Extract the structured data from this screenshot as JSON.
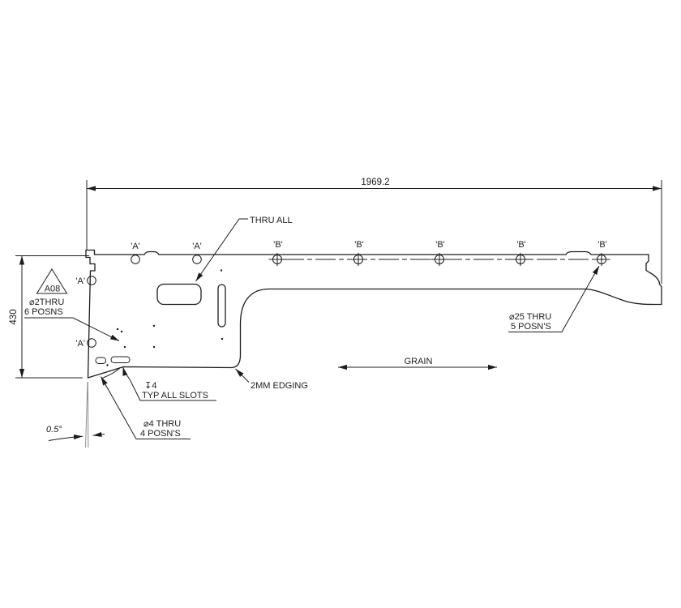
{
  "colors": {
    "background": "#ffffff",
    "line": "#1c1c1c",
    "reference_line": "#8f8f8f"
  },
  "dimensions": {
    "overall_length": "1969.2",
    "overall_height": "430",
    "edge_angle": "0.5°"
  },
  "labels": {
    "hole_a": "'A'",
    "hole_b": "'B'",
    "datum_flag": "A08"
  },
  "callouts": {
    "thru_all": "THRU ALL",
    "dia2": {
      "line1": "⌀2THRU",
      "line2": "6 POSNS"
    },
    "slot_depth": {
      "line1": "↧4",
      "line2": "TYP ALL SLOTS"
    },
    "dia4": {
      "line1": "⌀4 THRU",
      "line2": "4 POSN'S"
    },
    "dia25": {
      "line1": "⌀25 THRU",
      "line2": "5 POSN'S"
    },
    "edging": "2MM EDGING",
    "grain": "GRAIN"
  }
}
